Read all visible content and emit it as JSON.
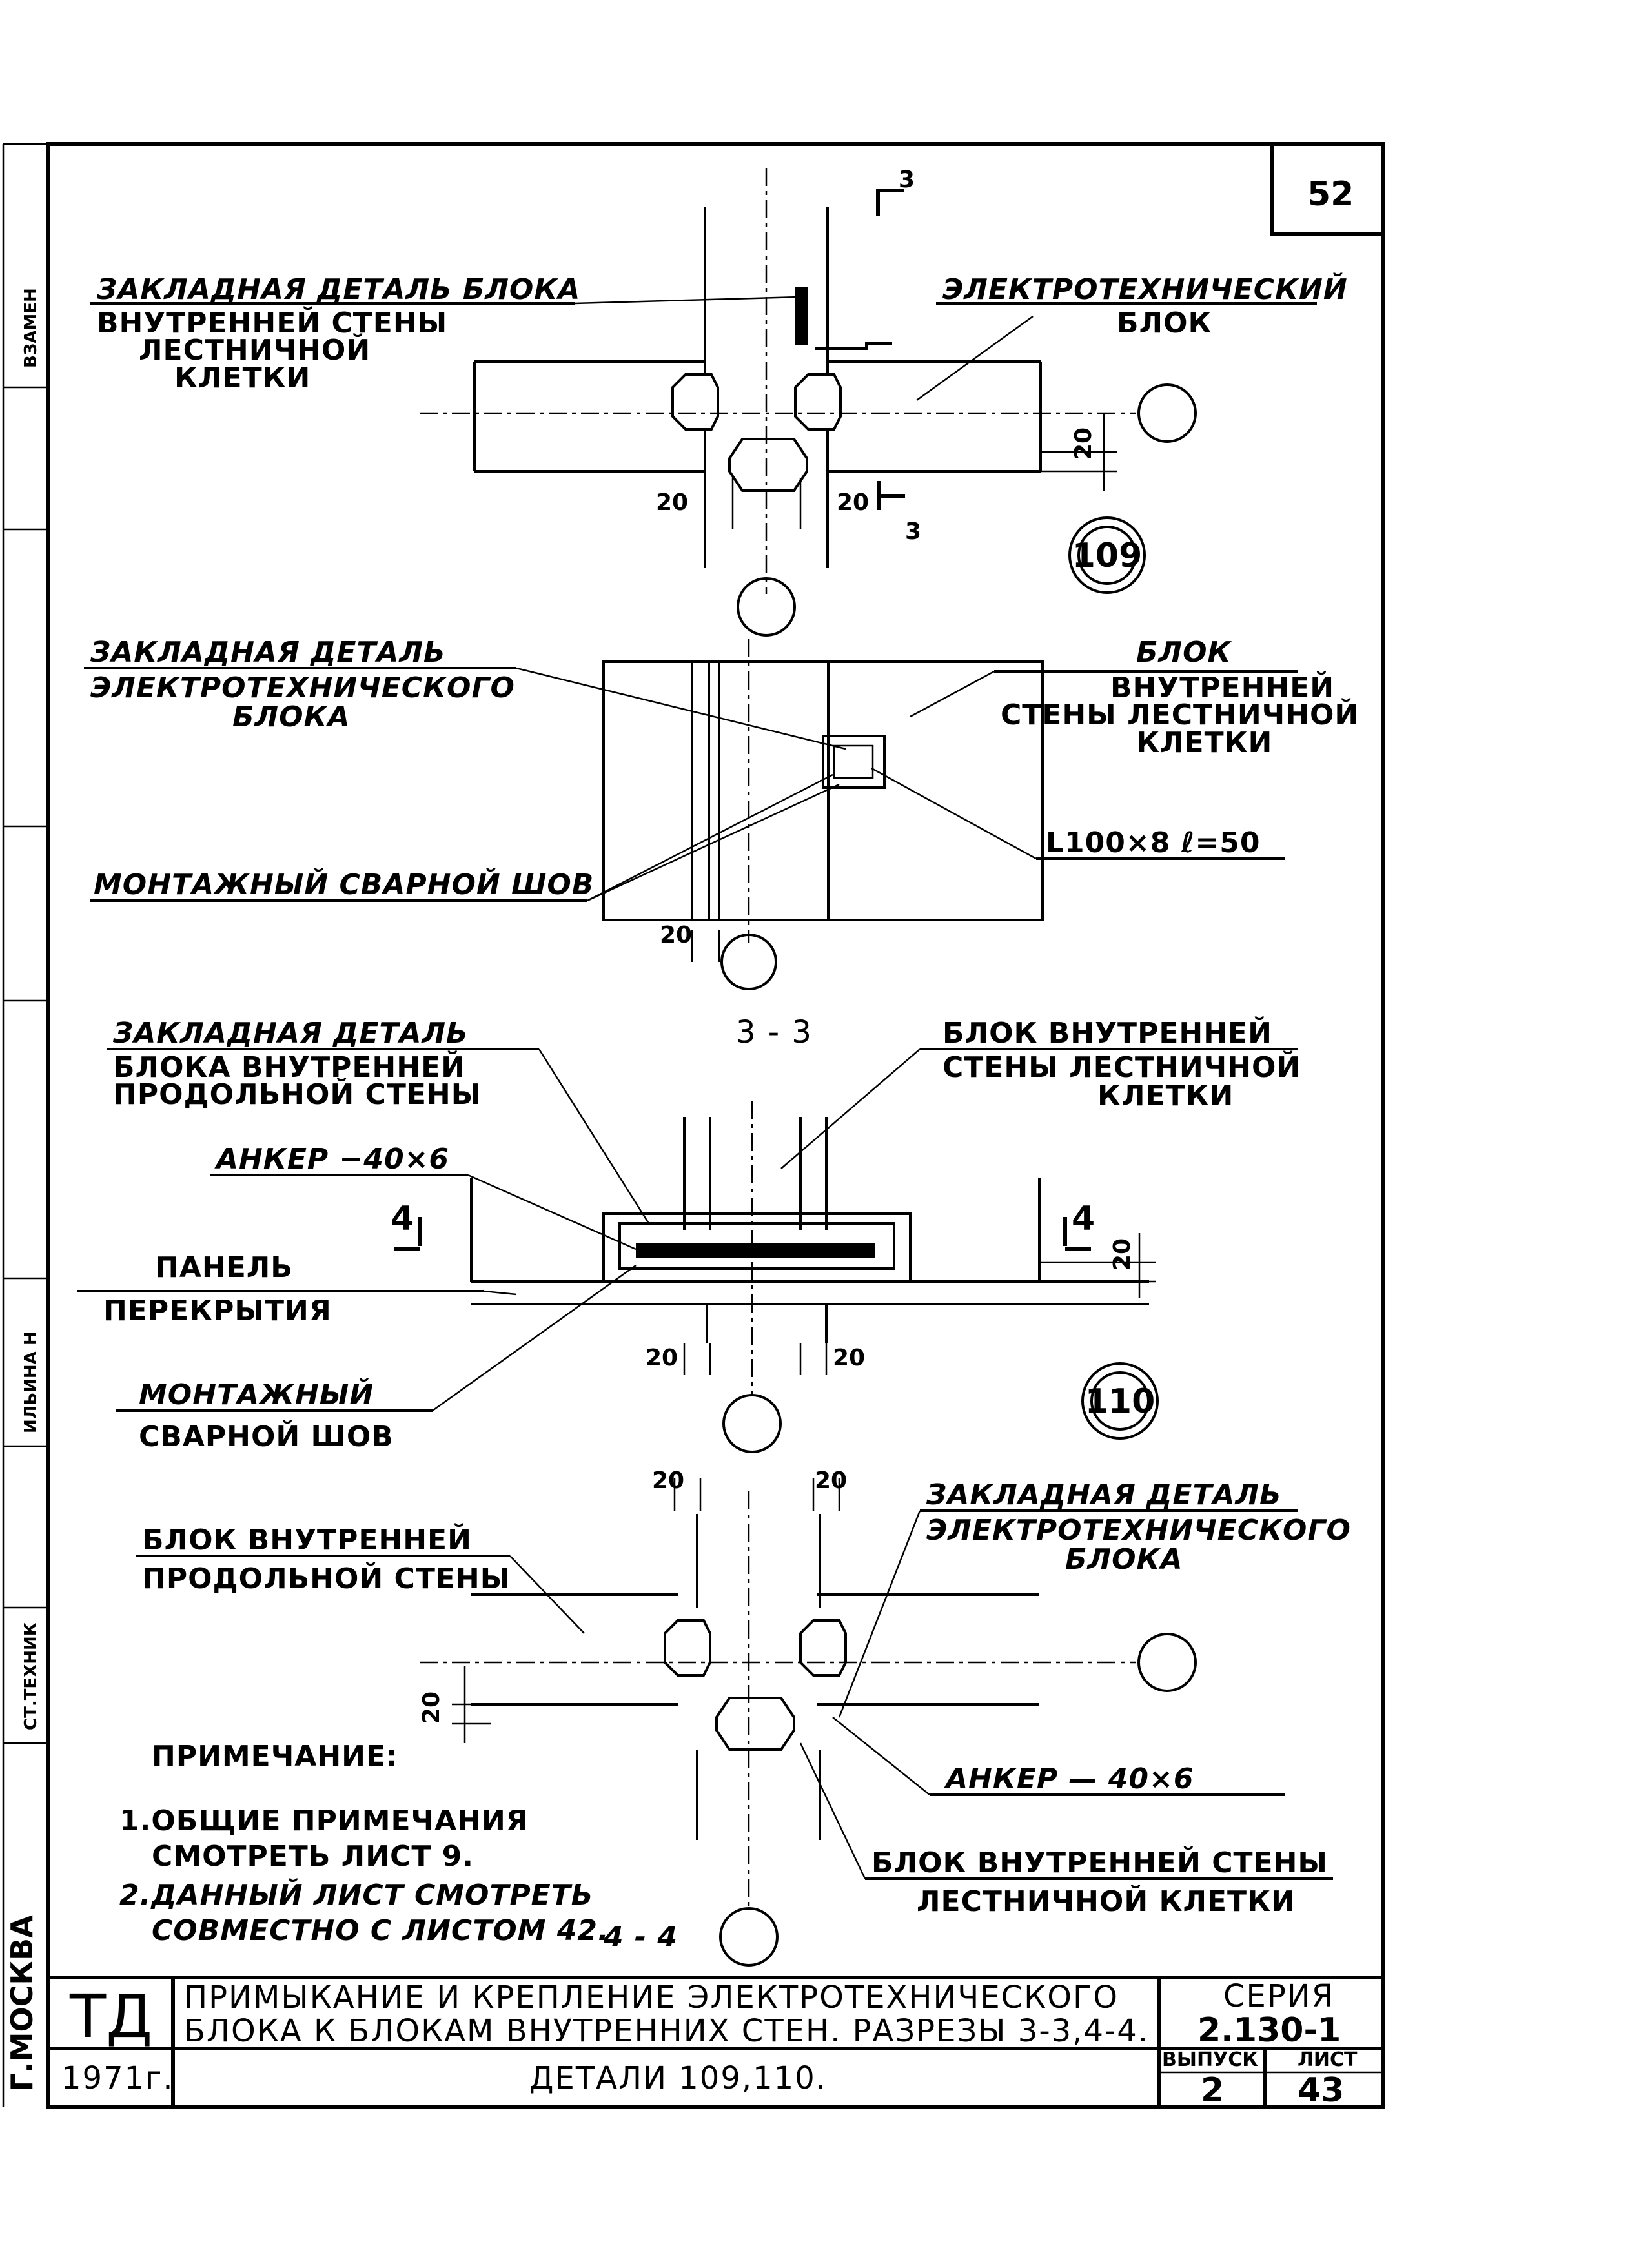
{
  "sheet_number": "52",
  "detail_109": {
    "section_mark_label": "3",
    "label_embedded_part_stair": [
      "ЗАКЛАДНАЯ ДЕТАЛЬ БЛОКА",
      "ВНУТРЕННЕЙ СТЕНЫ",
      "ЛЕСТНИЧНОЙ",
      "КЛЕТКИ"
    ],
    "label_electrical_block": [
      "ЭЛЕКТРОТЕХНИЧЕСКИЙ",
      "БЛОК"
    ],
    "dims": [
      "20",
      "20",
      "20"
    ],
    "detail_number": "109"
  },
  "elevation": {
    "label_embedded_part_electrical": [
      "ЗАКЛАДНАЯ ДЕТАЛЬ",
      "ЭЛЕКТРОТЕХНИЧЕСКОГО",
      "БЛОКА"
    ],
    "label_stair_wall_block": [
      "БЛОК",
      "ВНУТРЕННЕЙ",
      "СТЕНЫ ЛЕСТНИЧНОЙ",
      "КЛЕТКИ"
    ],
    "label_angle": "L100×8 ℓ=50",
    "label_weld": "МОНТАЖНЫЙ СВАРНОЙ ШОВ",
    "dim": "20"
  },
  "section_3_3": {
    "title": "3 - 3",
    "label_embedded_part_long_wall": [
      "ЗАКЛАДНАЯ ДЕТАЛЬ",
      "БЛОКА ВНУТРЕННЕЙ",
      "ПРОДОЛЬНОЙ СТЕНЫ"
    ],
    "label_stair_wall_block": [
      "БЛОК ВНУТРЕННЕЙ",
      "СТЕНЫ ЛЕСТНИЧНОЙ",
      "КЛЕТКИ"
    ],
    "label_anchor": "АНКЕР −40×6",
    "label_floor_panel": [
      "ПАНЕЛЬ",
      "ПЕРЕКРЫТИЯ"
    ],
    "label_weld": [
      "МОНТАЖНЫЙ",
      "СВАРНОЙ ШОВ"
    ],
    "section_mark": "4",
    "dims": [
      "20",
      "20",
      "20"
    ],
    "detail_number": "110"
  },
  "section_4_4": {
    "title": "4 - 4",
    "label_long_wall_block": [
      "БЛОК ВНУТРЕННЕЙ",
      "ПРОДОЛЬНОЙ СТЕНЫ"
    ],
    "label_embedded_part_electrical": [
      "ЗАКЛАДНАЯ ДЕТАЛЬ",
      "ЭЛЕКТРОТЕХНИЧЕСКОГО",
      "БЛОКА"
    ],
    "label_anchor": "АНКЕР — 40×6",
    "label_stair_wall_block": [
      "БЛОК ВНУТРЕННЕЙ СТЕНЫ",
      "ЛЕСТНИЧНОЙ КЛЕТКИ"
    ],
    "dims": [
      "20",
      "20",
      "20"
    ]
  },
  "notes": {
    "heading": "ПРИМЕЧАНИЕ:",
    "items": [
      "1.ОБЩИЕ ПРИМЕЧАНИЯ",
      "СМОТРЕТЬ ЛИСТ 9.",
      "2.ДАННЫЙ ЛИСТ СМОТРЕТЬ",
      "СОВМЕСТНО С ЛИСТОМ 42."
    ]
  },
  "title_block": {
    "org_code": "ТД",
    "title_lines": [
      "ПРИМЫКАНИЕ И КРЕПЛЕНИЕ ЭЛЕКТРОТЕХНИЧЕСКОГО",
      "БЛОКА К БЛОКАМ ВНУТРЕННИХ СТЕН. РАЗРЕЗЫ 3-3,4-4."
    ],
    "series_label": "СЕРИЯ",
    "series_value": "2.130-1",
    "year": "1971г.",
    "subtitle": "ДЕТАЛИ 109,110.",
    "issue_label": "ВЫПУСК",
    "issue_value": "2",
    "sheet_label": "ЛИСТ",
    "sheet_value": "43"
  },
  "side_stamp": {
    "replaces": "ВЗАМЕН",
    "name1": "ИЛЬИНА Н",
    "role": "СТ.ТЕХНИК",
    "city": "Г.МОСКВА"
  }
}
